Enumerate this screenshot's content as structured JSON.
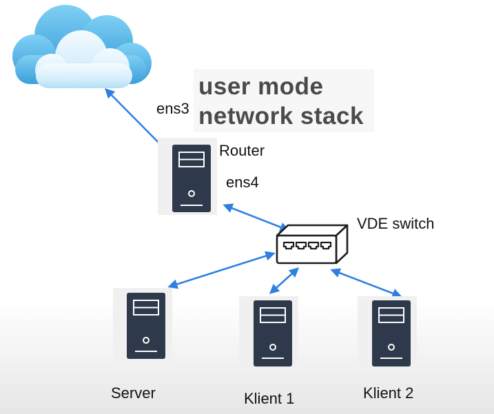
{
  "heading": {
    "line1": "user mode",
    "line2": "network stack"
  },
  "labels": {
    "ens3": "ens3",
    "router": "Router",
    "ens4": "ens4",
    "vde_switch": "VDE switch",
    "server": "Server",
    "klient1": "Klient 1",
    "klient2": "Klient 2"
  },
  "colors": {
    "link": "#2f7fe0",
    "server_body": "#2e3a4b",
    "cloud_light": "#eaf6fd",
    "cloud_dark": "#4fb3e8"
  },
  "nodes": [
    "cloud-icon",
    "router-icon",
    "vde-switch-icon",
    "server-icon",
    "klient1-icon",
    "klient2-icon"
  ]
}
